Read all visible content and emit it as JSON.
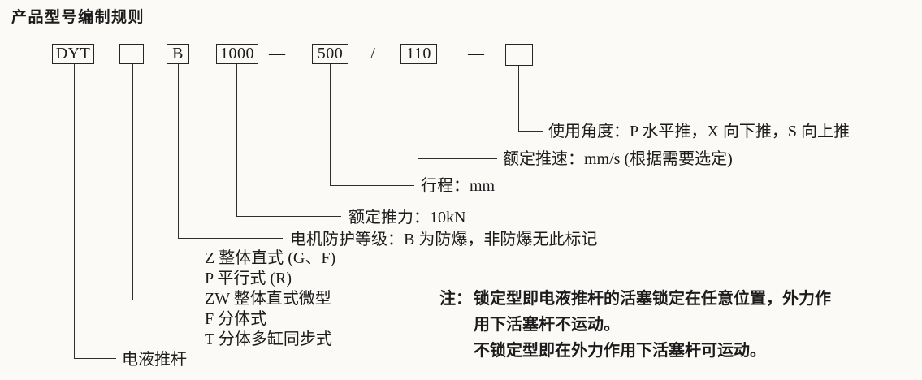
{
  "page": {
    "title": "产品型号编制规则"
  },
  "colors": {
    "background": "#fbfaf7",
    "ink": "#1c1c1c"
  },
  "code": {
    "series": "DYT",
    "structure_type_placeholder": "",
    "motor_protection": "B",
    "rated_thrust": "1000",
    "rated_stroke": "500",
    "rated_speed": "110",
    "usage_angle_placeholder": "",
    "dash_separator": "—",
    "slash_separator": "/"
  },
  "callouts": {
    "usage_angle": "使用角度：P 水平推，X 向下推，S 向上推",
    "rated_speed": "额定推速：mm/s (根据需要选定)",
    "stroke": "行程：mm",
    "rated_thrust": "额定推力：10kN",
    "motor_protection": "电机防护等级：B 为防爆，非防爆无此标记",
    "product_name": "电液推杆"
  },
  "type_list": [
    "Z 整体直式 (G、F)",
    "P 平行式 (R)",
    "ZW 整体直式微型",
    "F 分体式",
    "T 分体多缸同步式"
  ],
  "note": {
    "prefix": "注：",
    "line1": "锁定型即电液推杆的活塞锁定在任意位置，外力作",
    "line2": "用下活塞杆不运动。",
    "line3": "不锁定型即在外力作用下活塞杆可运动。"
  }
}
